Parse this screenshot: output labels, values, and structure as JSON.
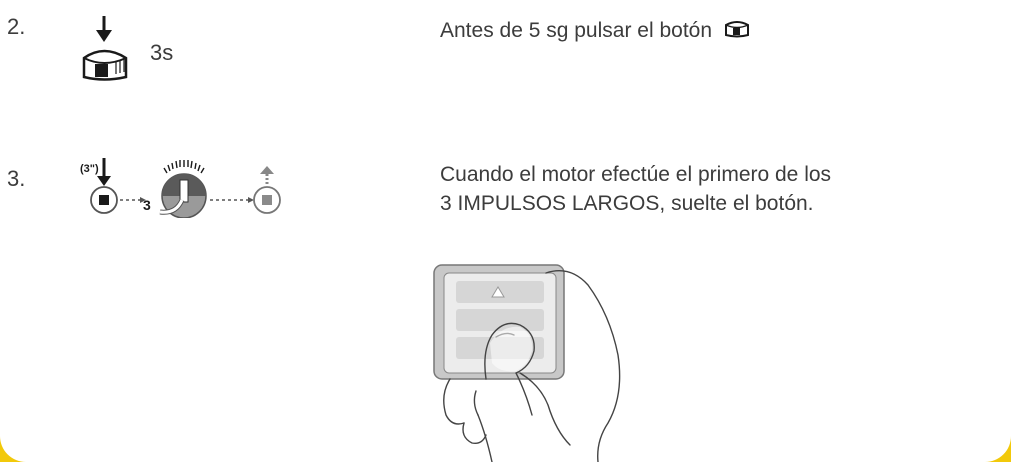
{
  "steps": [
    {
      "number": "2.",
      "figure_label": "3s",
      "instruction": "Antes de 5 sg pulsar el botón"
    },
    {
      "number": "3.",
      "figure_labels": {
        "hold": "(3\")",
        "count": "3"
      },
      "instruction_lines": [
        "Cuando el motor efectúe el primero de los",
        "3 IMPULSOS LARGOS, suelte el botón."
      ]
    }
  ],
  "colors": {
    "background": "#ffffff",
    "frame": "#f2c90a",
    "text": "#3c3c3c"
  },
  "icons": [
    "press-down-arrow-icon",
    "stop-button-icon",
    "motor-jog-icon",
    "release-up-arrow-icon",
    "hand-remote-illustration"
  ]
}
